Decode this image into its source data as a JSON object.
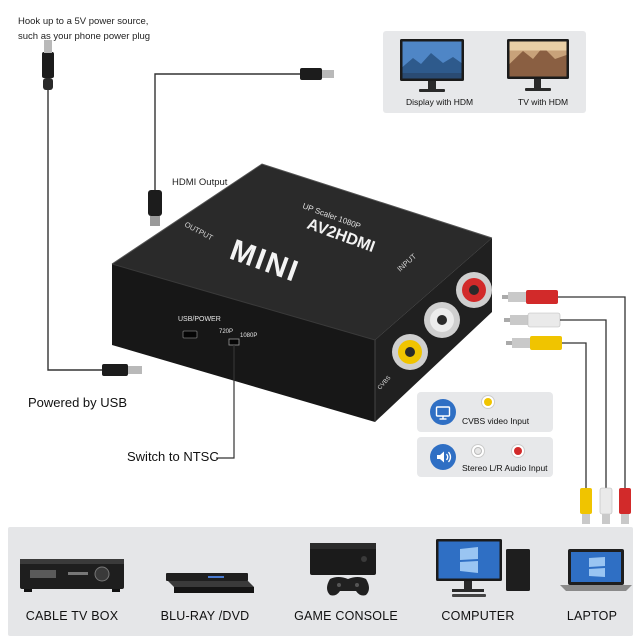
{
  "callouts": {
    "power_line1": "Hook up to a 5V power source,",
    "power_line2": "such as your phone power plug",
    "hdmi_output": "HDMI Output",
    "powered_by_usb": "Powered by USB",
    "switch_ntsc": "Switch to NTSC"
  },
  "display_panel": {
    "left_caption": "Display with HDM",
    "right_caption": "TV with HDM"
  },
  "device_labels": {
    "top_brand": "AV2HDMI",
    "top_sub": "UP Scaler 1080P",
    "mini": "MINI",
    "output": "OUTPUT",
    "input": "INPUT",
    "usb_power": "USB/POWER",
    "p720": "720P",
    "p1080": "1080P",
    "cvbs": "CVBS"
  },
  "legend": {
    "cvbs_text": "CVBS video Input",
    "stereo_text": "Stereo L/R Audio Input"
  },
  "sources": [
    {
      "label": "CABLE TV BOX",
      "icon": "cable-tv-box-icon"
    },
    {
      "label": "BLU-RAY /DVD",
      "icon": "bluray-player-icon"
    },
    {
      "label": "GAME CONSOLE",
      "icon": "game-console-icon"
    },
    {
      "label": "COMPUTER",
      "icon": "computer-icon"
    },
    {
      "label": "LAPTOP",
      "icon": "laptop-icon"
    }
  ],
  "colors": {
    "rca_red": "#d22a2a",
    "rca_white": "#e8e8e8",
    "rca_yellow": "#f0c400",
    "legend_blue": "#2f6fc4",
    "box_black": "#1c1c1c"
  }
}
